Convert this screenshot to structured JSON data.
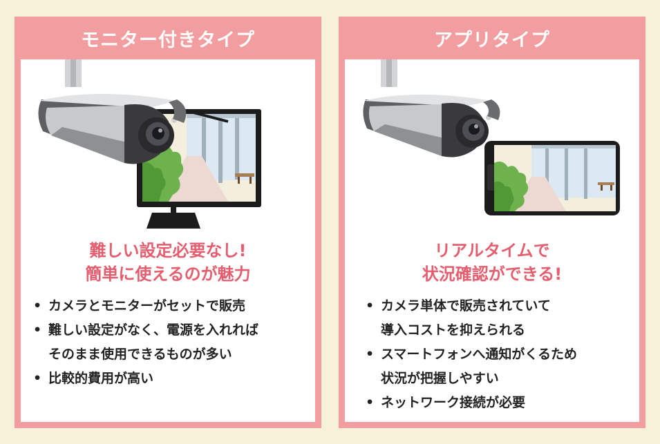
{
  "left_panel": {
    "title": "モニター付きタイプ",
    "headline": [
      "難しい設定必要なし!",
      "簡単に使えるのが魅力"
    ],
    "bullets": [
      [
        "カメラとモニターがセットで販売"
      ],
      [
        "難しい設定がなく、電源を入れれば",
        "そのまま使用できるものが多い"
      ],
      [
        "比較的費用が高い"
      ]
    ]
  },
  "right_panel": {
    "title": "アプリタイプ",
    "headline": [
      "リアルタイムで",
      "状況確認ができる!"
    ],
    "bullets": [
      [
        "カメラ単体で販売されていて",
        "導入コストを抑えられる"
      ],
      [
        "スマートフォンへ通知がくるため",
        "状況が把握しやすい"
      ],
      [
        "ネットワーク接続が必要"
      ]
    ]
  },
  "colors": {
    "background": "#f8f1da",
    "panel_frame": "#f29da0",
    "headline": "#e45e6f",
    "body_text": "#222222"
  },
  "icons": [
    "security-camera-icon",
    "monitor-icon",
    "smartphone-icon"
  ]
}
